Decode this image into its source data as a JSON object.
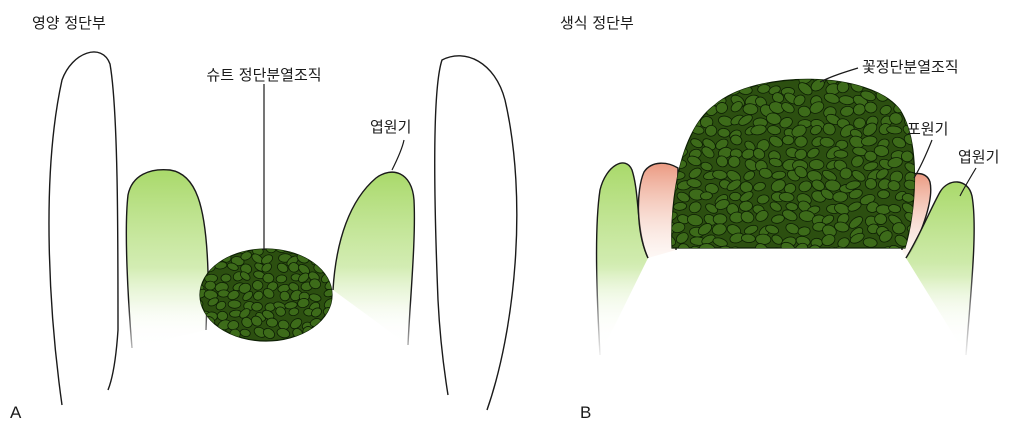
{
  "panel_a": {
    "letter": "A",
    "title": "영양 정단부",
    "labels": {
      "meristem": "슈트 정단분열조직",
      "leaf_primordium": "엽원기"
    }
  },
  "panel_b": {
    "letter": "B",
    "title": "생식 정단부",
    "labels": {
      "meristem": "꽃정단분열조직",
      "bract_primordium": "포원기",
      "leaf_primordium": "엽원기"
    }
  },
  "colors": {
    "meristem_cells": "#3d6b1a",
    "cell_outline": "#0d1f04",
    "leaf_primordium_green": "#a9d96a",
    "bract_primordium_pink": "#eb9a82",
    "outline": "#1a1a1a"
  }
}
